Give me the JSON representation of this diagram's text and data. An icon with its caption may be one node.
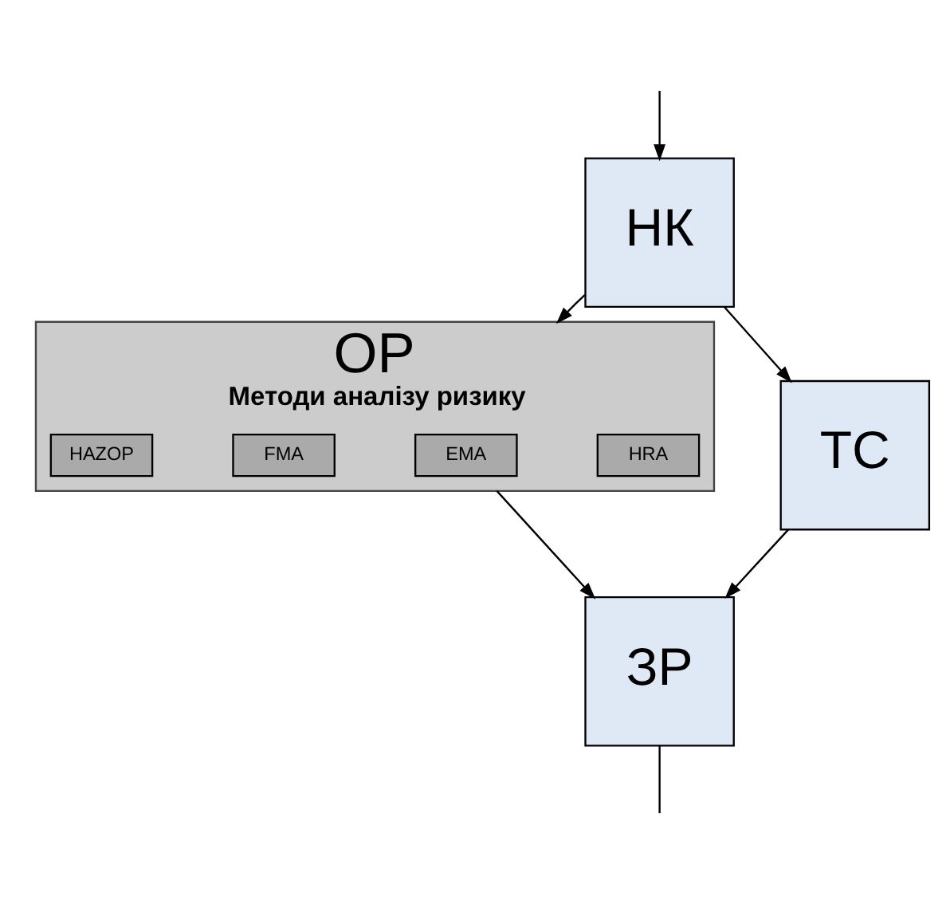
{
  "diagram": {
    "nodes": [
      {
        "text": [
          "НК"
        ]
      },
      {
        "text": [
          "ОР",
          "Методи аналізу ризику"
        ]
      },
      {
        "text": [
          "HAZOP"
        ],
        "in": 1
      },
      {
        "text": [
          "FMA"
        ],
        "in": 1
      },
      {
        "text": [
          "EMA"
        ],
        "in": 1
      },
      {
        "text": [
          "HRA"
        ],
        "in": 1
      },
      {
        "text": [
          "ТС"
        ]
      },
      {
        "text": [
          "ЗР"
        ]
      }
    ],
    "edges": [
      {
        "from": null,
        "to": 0,
        "arrow": "to"
      },
      {
        "from": 0,
        "to": 1,
        "arrow": "to"
      },
      {
        "from": 0,
        "to": 6,
        "arrow": "to"
      },
      {
        "from": 1,
        "to": 7,
        "arrow": "to"
      },
      {
        "from": 6,
        "to": 7,
        "arrow": "to"
      },
      {
        "from": 7,
        "to": null,
        "arrow": "none"
      }
    ]
  }
}
